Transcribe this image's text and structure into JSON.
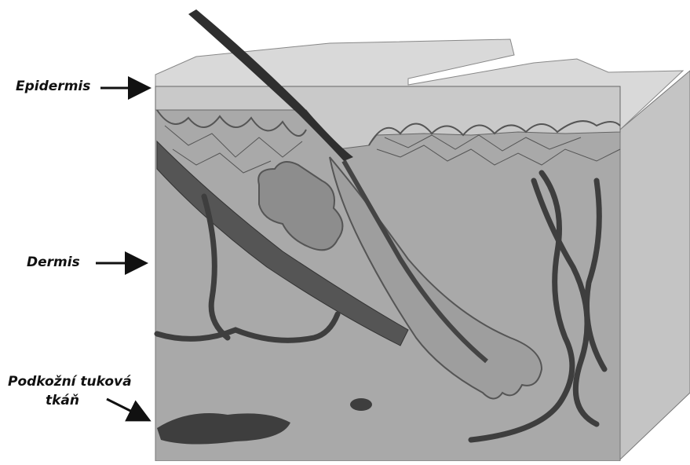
{
  "labels": {
    "epidermis": "Epidermis",
    "dermis": "Dermis",
    "subcutaneous_line1": "Podkožní tuková",
    "subcutaneous_line2": "tkáň"
  },
  "colors": {
    "block_front": "#a9a9a9",
    "block_side": "#c4c4c4",
    "block_top": "#d8d8d8",
    "dark_structures": "#3e3e3e",
    "hair_follicle": "#8f8f8f",
    "arrow": "#111111"
  }
}
